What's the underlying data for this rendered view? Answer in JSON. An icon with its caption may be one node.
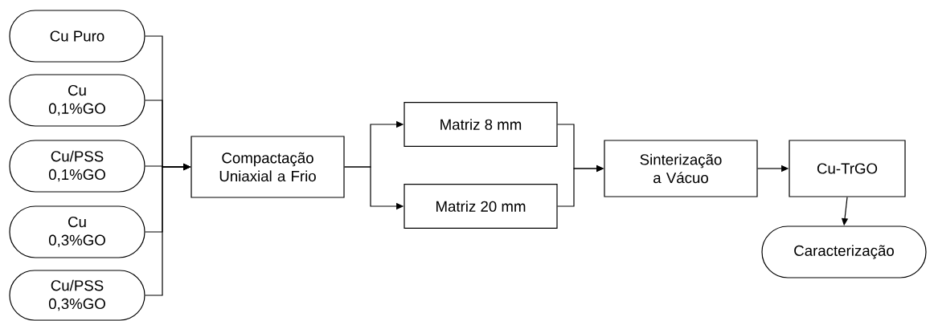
{
  "diagram": {
    "nodes": [
      {
        "text": [
          "Cu Puro"
        ]
      },
      {
        "text": [
          "Cu 0,1%GO"
        ]
      },
      {
        "text": [
          "Cu/PSS 0,1%GO"
        ]
      },
      {
        "text": [
          "Cu 0,3%GO"
        ]
      },
      {
        "text": [
          "Cu/PSS 0,3%GO"
        ]
      },
      {
        "text": [
          "Compactação Uniaxial a Frio"
        ]
      },
      {
        "text": [
          "Matriz 8 mm"
        ]
      },
      {
        "text": [
          "Matriz 20 mm"
        ]
      },
      {
        "text": [
          "Sinterização a Vácuo"
        ]
      },
      {
        "text": [
          "Cu-TrGO"
        ]
      },
      {
        "text": [
          "Caracterização"
        ]
      }
    ],
    "edges": [
      {
        "from": 0,
        "to": 5,
        "arrow": "to"
      },
      {
        "from": 1,
        "to": 5,
        "arrow": "to"
      },
      {
        "from": 2,
        "to": 5,
        "arrow": "to"
      },
      {
        "from": 3,
        "to": 5,
        "arrow": "to"
      },
      {
        "from": 4,
        "to": 5,
        "arrow": "to"
      },
      {
        "from": 5,
        "to": 6,
        "arrow": "to"
      },
      {
        "from": 5,
        "to": 7,
        "arrow": "to"
      },
      {
        "from": 6,
        "to": 8,
        "arrow": "to"
      },
      {
        "from": 7,
        "to": 8,
        "arrow": "to"
      },
      {
        "from": 8,
        "to": 9,
        "arrow": "to"
      },
      {
        "from": 9,
        "to": 10,
        "arrow": "to"
      }
    ]
  }
}
